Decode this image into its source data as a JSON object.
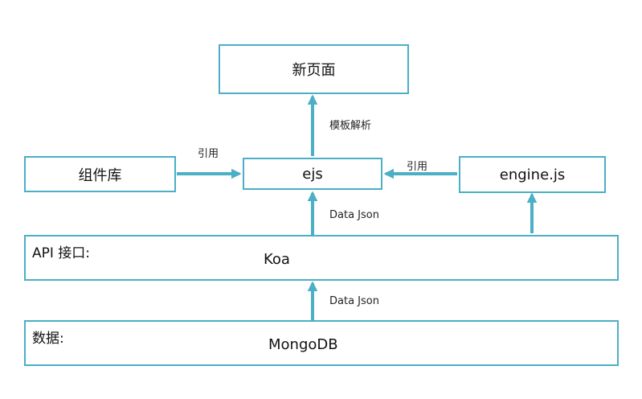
{
  "diagram": {
    "nodes": {
      "new_page": "新页面",
      "component_lib": "组件库",
      "ejs": "ejs",
      "engine": "engine.js",
      "api_prefix": "API 接口:",
      "api_name": "Koa",
      "db_prefix": "数据:",
      "db_name": "MongoDB"
    },
    "edges": {
      "template_parse": "模板解析",
      "ref_left": "引用",
      "ref_right": "引用",
      "data_json_upper": "Data Json",
      "data_json_lower": "Data Json"
    }
  },
  "colors": {
    "stroke": "#4bafc6",
    "arrow": "#4bafc6"
  }
}
